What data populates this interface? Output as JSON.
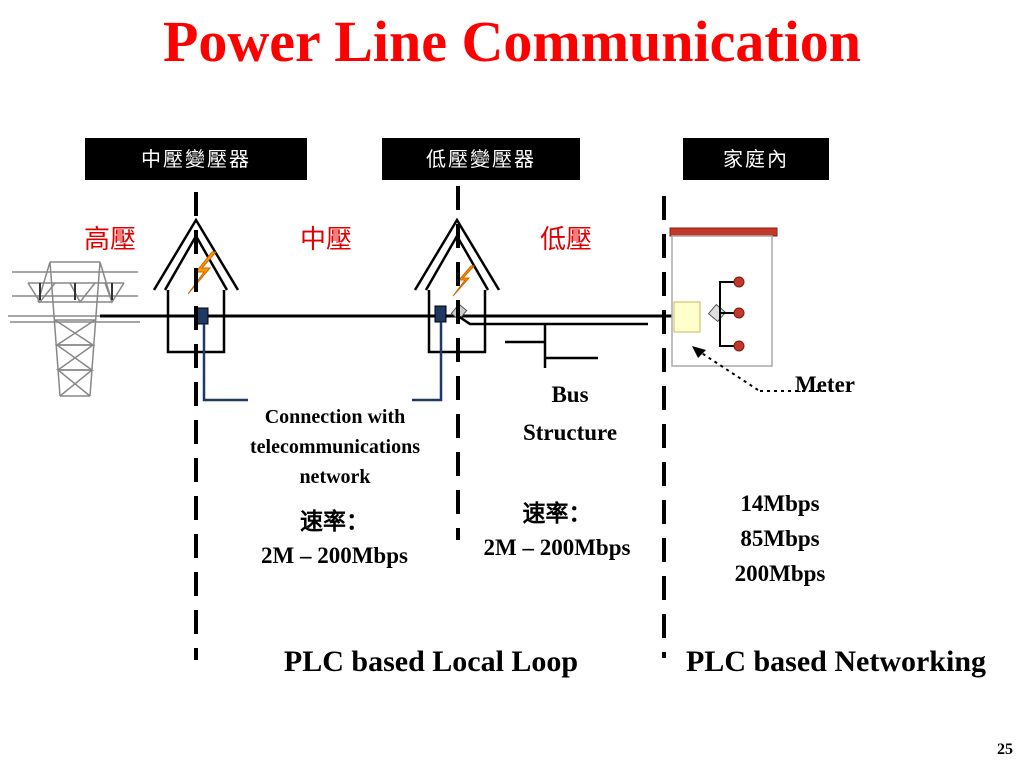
{
  "title": "Power Line Communication",
  "headers": {
    "mv_transformer": "中壓變壓器",
    "lv_transformer": "低壓變壓器",
    "home": "家庭內"
  },
  "voltage": {
    "high": "高壓",
    "medium": "中壓",
    "low": "低壓"
  },
  "connection_label": {
    "line1": "Connection with",
    "line2": "telecommunications",
    "line3": "network"
  },
  "bus_label": {
    "line1": "Bus",
    "line2": "Structure"
  },
  "meter_label": "Meter",
  "rate_left": {
    "label": "速率：",
    "value": "2M – 200Mbps"
  },
  "rate_middle": {
    "label": "速率：",
    "value": "2M – 200Mbps"
  },
  "home_rates": [
    "14Mbps",
    "85Mbps",
    "200Mbps"
  ],
  "footer": {
    "local_loop": "PLC based Local Loop",
    "networking": "PLC based Networking"
  },
  "page_number": "25",
  "colors": {
    "title": "#ff0000",
    "voltage_label": "#e00000",
    "telecom_line": "#1f3864",
    "lightning": "#ff9900",
    "house_roof": "#c0392b",
    "outlet": "#c0392b",
    "meter": "#ffffcc"
  }
}
